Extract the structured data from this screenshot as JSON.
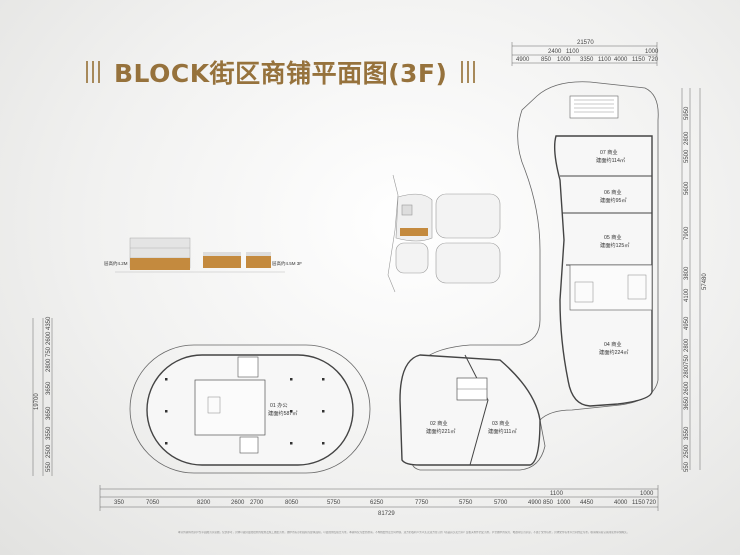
{
  "title": "BLOCK街区商铺平面图(3F)",
  "colors": {
    "gold": "#a7895a",
    "title": "#96723c",
    "wall": "#555555",
    "thin": "#888888"
  },
  "top_dims": {
    "total": "21570",
    "row1": [
      "2400",
      "1100",
      "1000"
    ],
    "row2": [
      "4900",
      "850",
      "1000",
      "3350",
      "1100",
      "4000",
      "1150",
      "720"
    ]
  },
  "bottom_dims": {
    "row1": [
      "350",
      "7050",
      "8200",
      "2600",
      "2700",
      "8050",
      "5750",
      "6250",
      "7750",
      "5750",
      "5700",
      "4900",
      "850",
      "1000",
      "4450",
      "4000",
      "1150",
      "720"
    ],
    "row1_top": [
      "1100",
      "1000"
    ],
    "total": "81729"
  },
  "left_dims": {
    "total": "19700",
    "values": [
      "4350",
      "2600",
      "750",
      "2800",
      "3650",
      "3650",
      "3550",
      "2500",
      "550"
    ]
  },
  "right_dims": {
    "total": "57480",
    "values": [
      "5950",
      "2800",
      "5500",
      "5600",
      "7900",
      "3800",
      "4100",
      "4950",
      "2800",
      "750",
      "2800",
      "2600",
      "3650",
      "3550",
      "2500",
      "550"
    ]
  },
  "elevation": {
    "label_left": "层高约4.2M",
    "label_right": "层高约4.5M 3F"
  },
  "units": [
    {
      "name": "07 商业",
      "area": "建面约114㎡"
    },
    {
      "name": "06 商业",
      "area": "建面约95㎡"
    },
    {
      "name": "05 商业",
      "area": "建面约125㎡"
    },
    {
      "name": "04 商业",
      "area": "建面约224㎡"
    },
    {
      "name": "01 办公",
      "area": "建面约587㎡"
    },
    {
      "name": "02 商业",
      "area": "建面约221㎡"
    },
    {
      "name": "03 商业",
      "area": "建面约111㎡"
    }
  ],
  "disclaimer": "本宣传资料所示户型平面图为示意图，仅供参考，具体以政府最终批准的规划及施工图纸为准。图中所标示的面积为建筑面积，以最终测绘报告为准。本资料仅为要约邀请，不构成要约及合同内容，双方的权利义务以买卖双方签订的《商品房买卖合同》及相关附件约定为准。户型图中的家具、电器等仅为示意，不属于交付标准，具体交付标准以合同约定为准。敬请购房者认真阅读并审慎购买。"
}
